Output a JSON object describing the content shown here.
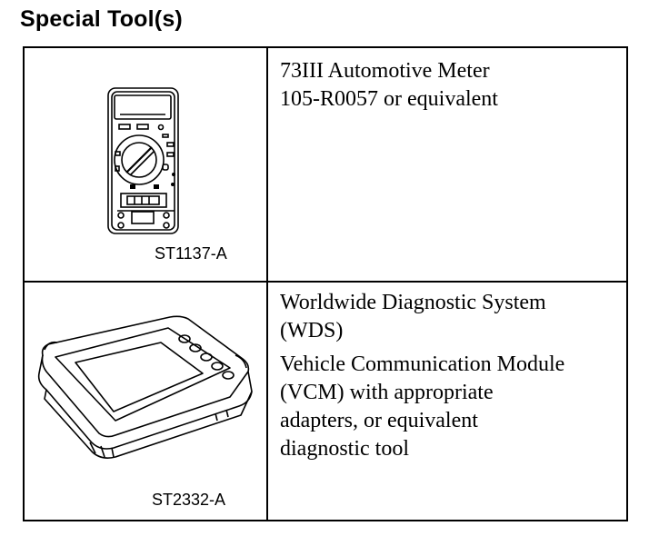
{
  "heading": "Special Tool(s)",
  "tools": [
    {
      "figure_label": "ST1137-A",
      "icon": "multimeter-icon",
      "description": [
        [
          "73III Automotive Meter",
          "105-R0057 or equivalent"
        ]
      ]
    },
    {
      "figure_label": "ST2332-A",
      "icon": "diagnostic-tablet-icon",
      "description": [
        [
          "Worldwide Diagnostic System",
          "(WDS)"
        ],
        [
          "Vehicle Communication Module",
          "(VCM) with appropriate",
          "adapters, or equivalent",
          "diagnostic tool"
        ]
      ]
    }
  ]
}
